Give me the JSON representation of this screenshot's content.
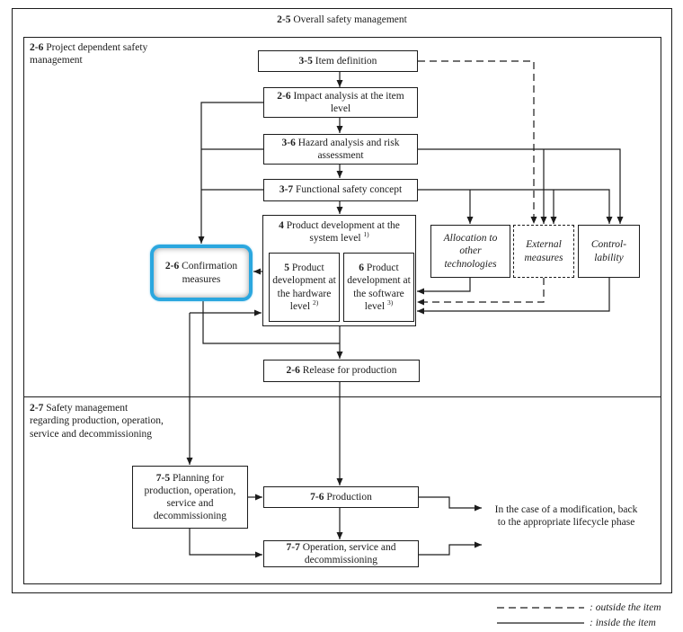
{
  "page": {
    "outer_title": {
      "num": "2-5",
      "text": "Overall safety management"
    },
    "section_project": {
      "num": "2-6",
      "text": "Project dependent safety management"
    },
    "section_lower": {
      "num": "2-7",
      "text": "Safety management regarding production, operation, service and decommissioning"
    }
  },
  "boxes": {
    "item_definition": {
      "num": "3-5",
      "text": "Item definition"
    },
    "impact_analysis": {
      "num": "2-6",
      "text": "Impact analysis at the item level"
    },
    "hazard_analysis": {
      "num": "3-6",
      "text": "Hazard analysis and risk assessment"
    },
    "functional_safety": {
      "num": "3-7",
      "text": "Functional safety concept"
    },
    "system_dev": {
      "num": "4",
      "text": "Product development at the system level",
      "sup": "1)"
    },
    "hardware_dev": {
      "num": "5",
      "text": "Product development at the hardware level",
      "sup": "2)"
    },
    "software_dev": {
      "num": "6",
      "text": "Product development at the software level",
      "sup": "3)"
    },
    "confirmation": {
      "num": "2-6",
      "text": "Confirmation measures"
    },
    "allocation": {
      "text": "Allocation to other technologies"
    },
    "external_measures": {
      "text": "External measures"
    },
    "controllability": {
      "text": "Control-lability"
    },
    "release": {
      "num": "2-6",
      "text": "Release for production"
    },
    "planning": {
      "num": "7-5",
      "text": "Planning for production, operation, service and decommissioning"
    },
    "production": {
      "num": "7-6",
      "text": "Production"
    },
    "operation": {
      "num": "7-7",
      "text": "Operation, service and decommissioning"
    }
  },
  "notes": {
    "modification": "In the case of a modification, back to the appropriate lifecycle phase"
  },
  "legend": {
    "outside": ": outside the item",
    "inside": ": inside the item"
  },
  "colors": {
    "highlight": "#2BA7DF",
    "line": "#1c1c1c"
  }
}
